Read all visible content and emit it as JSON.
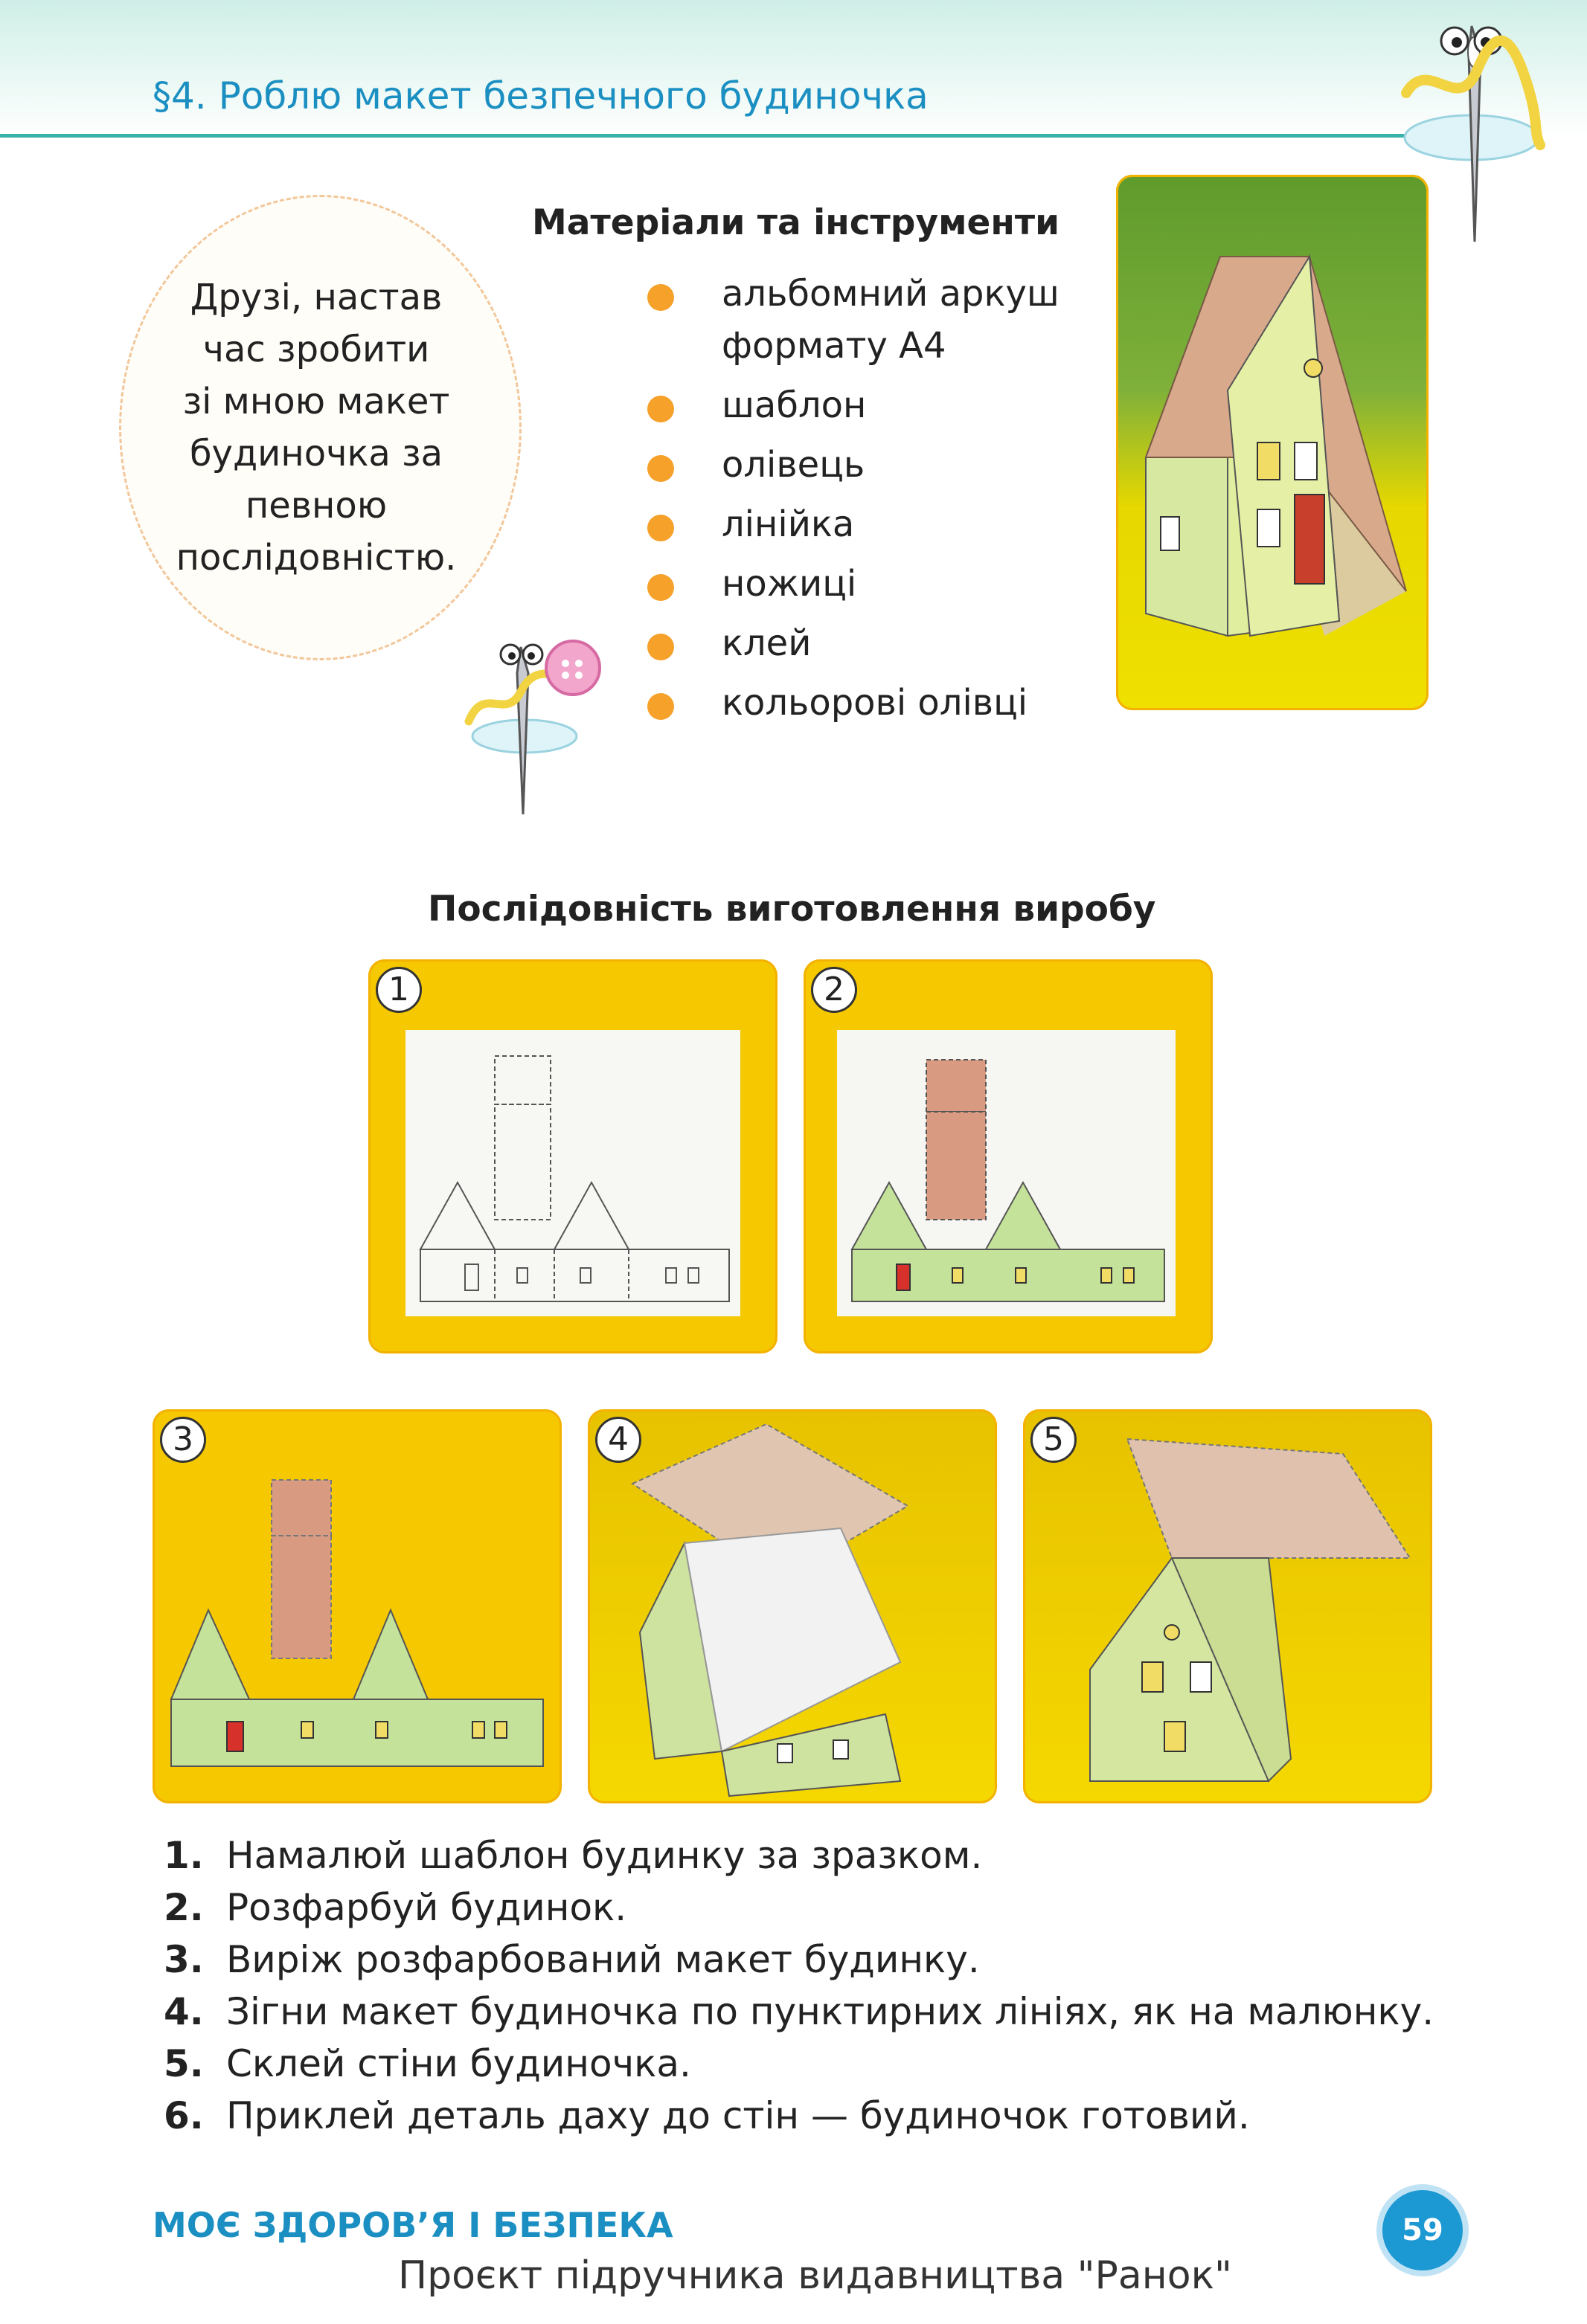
{
  "header": {
    "title": "§4. Роблю макет безпечного будиночка"
  },
  "bubble": {
    "text": "Друзі, настав\nчас зробити\nзі мною макет\nбудиночка за\nпевною\nпослідовністю."
  },
  "materials": {
    "title": "Матеріали та інструменти",
    "items": [
      "альбомний аркуш формату А4",
      "шаблон",
      "олівець",
      "лінійка",
      "ножиці",
      "клей",
      "кольорові олівці"
    ]
  },
  "sequence": {
    "title": "Послідовність виготовлення виробу",
    "photos": [
      {
        "num": "1"
      },
      {
        "num": "2"
      },
      {
        "num": "3"
      },
      {
        "num": "4"
      },
      {
        "num": "5"
      }
    ]
  },
  "steps": [
    {
      "num": "1.",
      "text": "Намалюй шаблон будинку за зразком."
    },
    {
      "num": "2.",
      "text": "Розфарбуй будинок."
    },
    {
      "num": "3.",
      "text": "Виріж розфарбований макет будинку."
    },
    {
      "num": "4.",
      "text": "Зігни макет будиночка по пунктирних лініях, як на малюнку."
    },
    {
      "num": "5.",
      "text": "Склей стіни будиночка."
    },
    {
      "num": "6.",
      "text": "Приклей деталь даху до стін — будиночок готовий."
    }
  ],
  "footer": {
    "section": "МОЄ ЗДОРОВ’Я І БЕЗПЕКА",
    "page": "59",
    "project": "Проєкт підручника видавництва \"Ранок\""
  },
  "colors": {
    "accent_blue": "#1b8fc1",
    "header_teal": "#39b3a8",
    "bullet_orange": "#f5a12a",
    "photo_yellow": "#f5c800"
  }
}
